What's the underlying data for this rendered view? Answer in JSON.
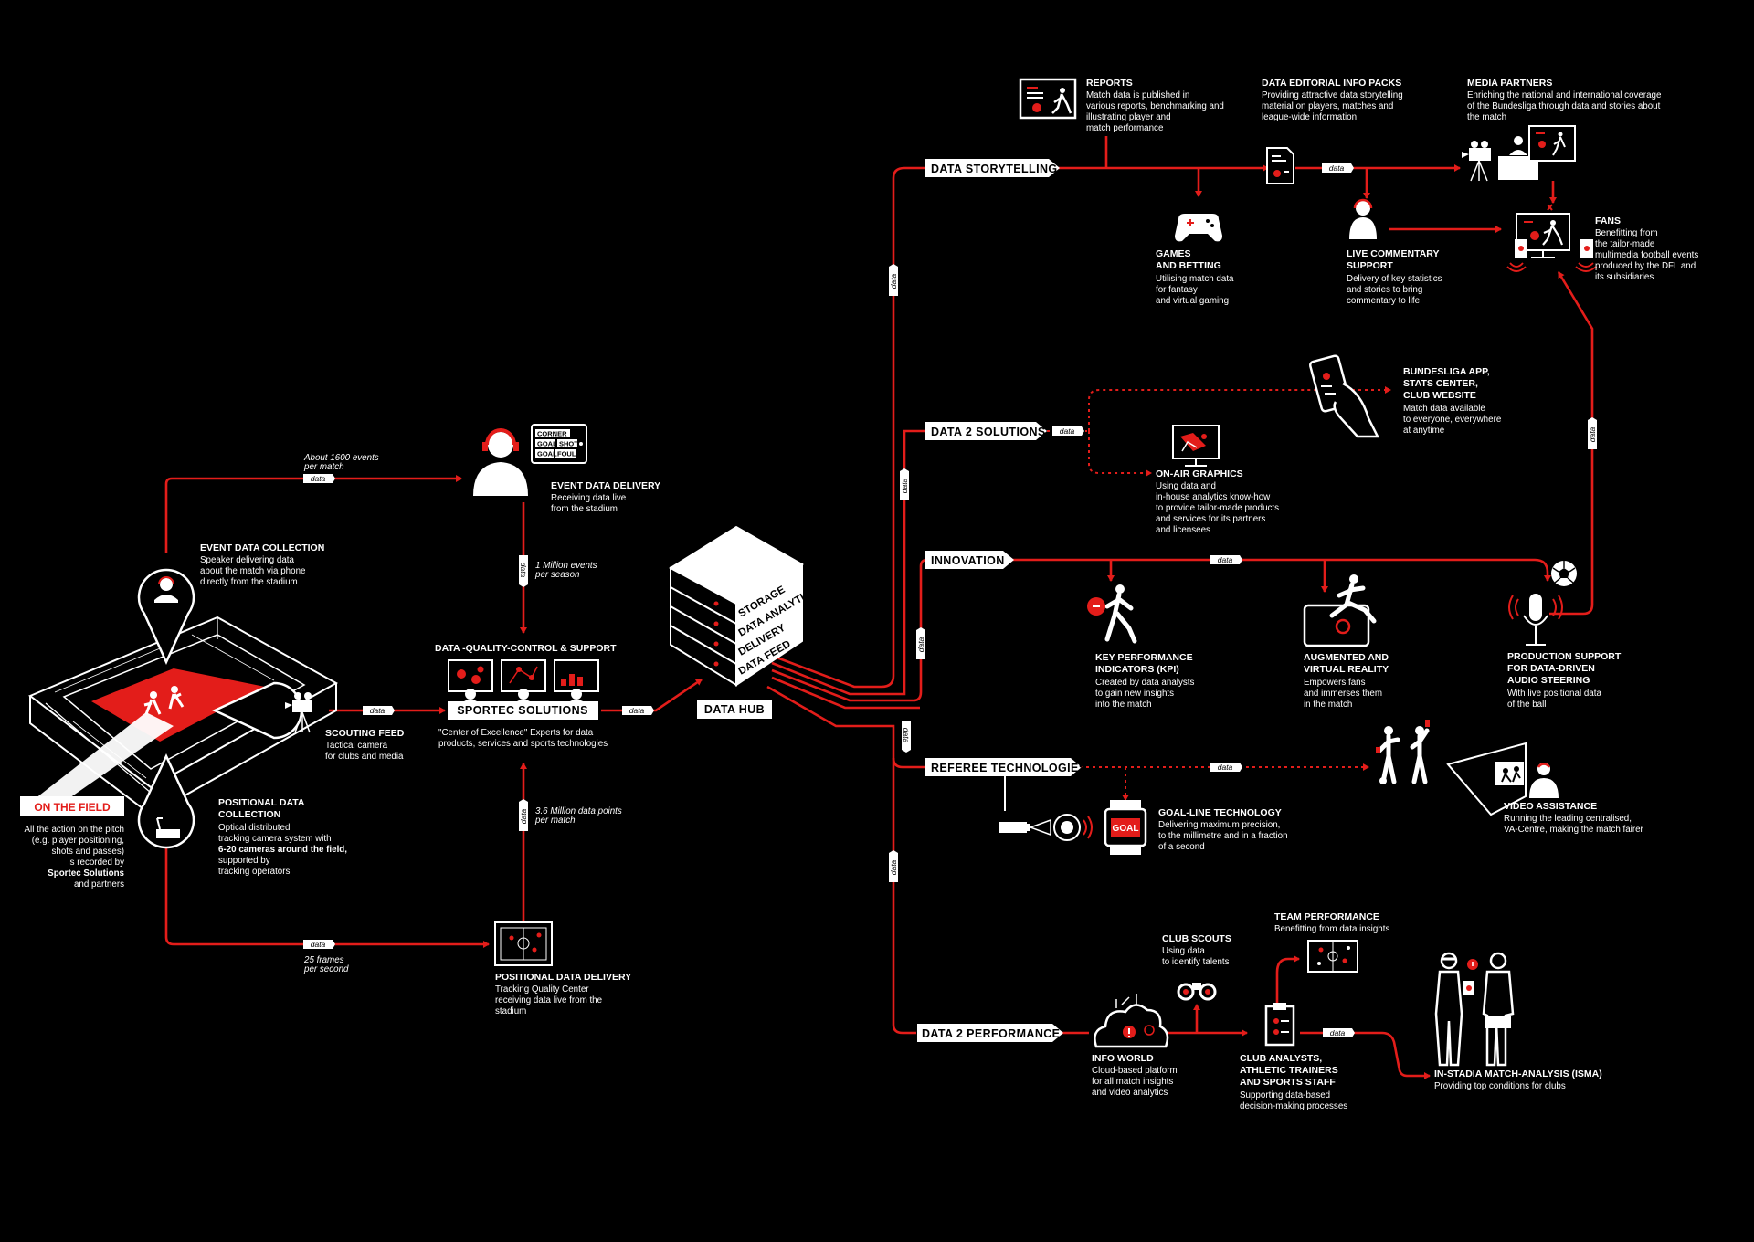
{
  "field": {
    "badge": "ON THE FIELD",
    "desc": [
      "All the action on the pitch",
      "(e.g. player positioning,",
      "shots and passes)",
      "is recorded by",
      "Sportec Solutions",
      "and partners"
    ]
  },
  "event_collection": {
    "title": "EVENT DATA COLLECTION",
    "desc": [
      "Speaker delivering data",
      "about the match via phone",
      "directly from the stadium"
    ]
  },
  "positional_collection": {
    "title": [
      "POSITIONAL DATA",
      "COLLECTION"
    ],
    "desc": [
      "Optical distributed",
      "tracking camera system with",
      "6-20 cameras around the field,",
      "supported by",
      "tracking operators"
    ]
  },
  "scouting_feed": {
    "title": "SCOUTING FEED",
    "desc": [
      "Tactical camera",
      "for clubs and media"
    ]
  },
  "event_delivery": {
    "title": "EVENT DATA DELIVERY",
    "desc": [
      "Receiving data live",
      "from the stadium"
    ],
    "board": [
      "CORNER",
      "GOAL",
      "SHOT",
      "GOAL",
      "FOUL"
    ]
  },
  "positional_delivery": {
    "title": "POSITIONAL DATA DELIVERY",
    "desc": [
      "Tracking Quality Center",
      "receiving data live from the",
      "stadium"
    ]
  },
  "flow_notes": {
    "top": [
      "About 1600 events",
      "per match"
    ],
    "bottom": [
      "25 frames",
      "per second"
    ],
    "million": [
      "1 Million events",
      "per season"
    ],
    "points": [
      "3.6 Million data points",
      "per match"
    ],
    "tag": "data"
  },
  "sportec": {
    "heading": "DATA -QUALITY-CONTROL & SUPPORT",
    "label": "SPORTEC SOLUTIONS",
    "desc": [
      "\"Center of Excellence\" Experts for data",
      "products, services and sports technologies"
    ]
  },
  "hub": {
    "label": "DATA HUB",
    "layers": [
      "STORAGE",
      "DATA ANALYTICS",
      "DELIVERY",
      "DATA FEED"
    ]
  },
  "branches": {
    "storytelling": "DATA  STORYTELLING",
    "solutions": "DATA  2 SOLUTIONS",
    "innovation": "INNOVATION",
    "referee": "REFEREE TECHNOLOGIES",
    "performance": "DATA  2 PERFORMANCE"
  },
  "storytelling": {
    "reports": {
      "title": "REPORTS",
      "desc": [
        "Match data is published in",
        "various reports, benchmarking and",
        "illustrating player and",
        "match performance"
      ]
    },
    "editorial": {
      "title": "DATA EDITORIAL INFO PACKS",
      "desc": [
        "Providing attractive data storytelling",
        "material on players, matches and",
        "league-wide information"
      ]
    },
    "media": {
      "title": "MEDIA PARTNERS",
      "desc": [
        "Enriching the national and international coverage",
        "of the Bundesliga through data and stories about",
        "the match"
      ]
    },
    "games": {
      "title": [
        "GAMES",
        "AND BETTING"
      ],
      "desc": [
        "Utilising match data",
        "for fantasy",
        "and virtual gaming"
      ]
    },
    "commentary": {
      "title": [
        "LIVE COMMENTARY",
        "SUPPORT"
      ],
      "desc": [
        "Delivery of key statistics",
        "and stories to bring",
        "commentary to life"
      ]
    },
    "fans": {
      "title": "FANS",
      "desc": [
        "Benefitting from",
        "the tailor-made",
        "multimedia football events",
        "produced by the DFL and",
        "its subsidiaries"
      ]
    }
  },
  "solutions": {
    "app": {
      "title": [
        "BUNDESLIGA APP,",
        "STATS CENTER,",
        "CLUB WEBSITE"
      ],
      "desc": [
        "Match data available",
        "to everyone, everywhere",
        "at anytime"
      ]
    },
    "onair": {
      "title": "ON-AIR GRAPHICS",
      "desc": [
        "Using data and",
        "in-house analytics know-how",
        "to provide tailor-made products",
        "and services for its partners",
        "and licensees"
      ]
    }
  },
  "innovation": {
    "kpi": {
      "title": [
        "KEY PERFORMANCE",
        "INDICATORS (KPI)"
      ],
      "desc": [
        "Created by data analysts",
        "to gain new insights",
        "into the match"
      ]
    },
    "ar": {
      "title": [
        "AUGMENTED AND",
        "VIRTUAL REALITY"
      ],
      "desc": [
        "Empowers fans",
        "and immerses them",
        "in the match"
      ]
    },
    "audio": {
      "title": [
        "PRODUCTION SUPPORT",
        "FOR DATA-DRIVEN",
        "AUDIO STEERING"
      ],
      "desc": [
        "With live positional data",
        "of the ball"
      ]
    }
  },
  "referee": {
    "goalline": {
      "title": "GOAL-LINE TECHNOLOGY",
      "desc": [
        "Delivering maximum precision,",
        "to the millimetre and in a fraction",
        "of a second"
      ],
      "sign": "GOAL"
    },
    "var": {
      "title": "VIDEO ASSISTANCE",
      "desc": [
        "Running the leading centralised,",
        "VA-Centre, making the match fairer"
      ]
    }
  },
  "performance": {
    "infoworld": {
      "title": "INFO WORLD",
      "desc": [
        "Cloud-based platform",
        "for all match insights",
        "and video analytics"
      ]
    },
    "scouts": {
      "title": "CLUB SCOUTS",
      "desc": [
        "Using data",
        "to identify talents"
      ]
    },
    "team": {
      "title": "TEAM PERFORMANCE",
      "desc": [
        "Benefitting from data insights"
      ]
    },
    "analysts": {
      "title": [
        "CLUB ANALYSTS,",
        "ATHLETIC TRAINERS",
        "AND SPORTS STAFF"
      ],
      "desc": [
        "Supporting data-based",
        "decision-making processes"
      ]
    },
    "isma": {
      "title": "IN-STADIA MATCH-ANALYSIS (ISMA)",
      "desc": [
        "Providing top conditions for clubs"
      ]
    }
  },
  "colors": {
    "background": "#000000",
    "accent": "#e31d1a",
    "text": "#ffffff"
  }
}
